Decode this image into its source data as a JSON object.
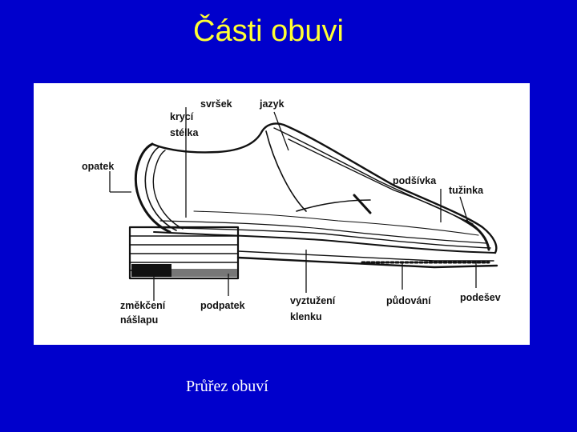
{
  "slide": {
    "title": "Části obuvi",
    "caption": "Průřez obuví",
    "colors": {
      "background": "#0000cc",
      "title": "#ffff33",
      "caption": "#ffffff",
      "panel": "#ffffff"
    }
  },
  "diagram": {
    "labels": {
      "svrsek": "svršek",
      "jazyk": "jazyk",
      "kryci": "krycí",
      "stelka": "stélka",
      "opatek": "opatek",
      "podsivka": "podšívka",
      "tuzinka": "tužinka",
      "zmekceni": "změkčení",
      "naslapu": "nášlapu",
      "podpatek": "podpatek",
      "vyztuzeni": "vyztužení",
      "klenku": "klenku",
      "pudovani": "půdování",
      "podesev": "podešev"
    }
  }
}
